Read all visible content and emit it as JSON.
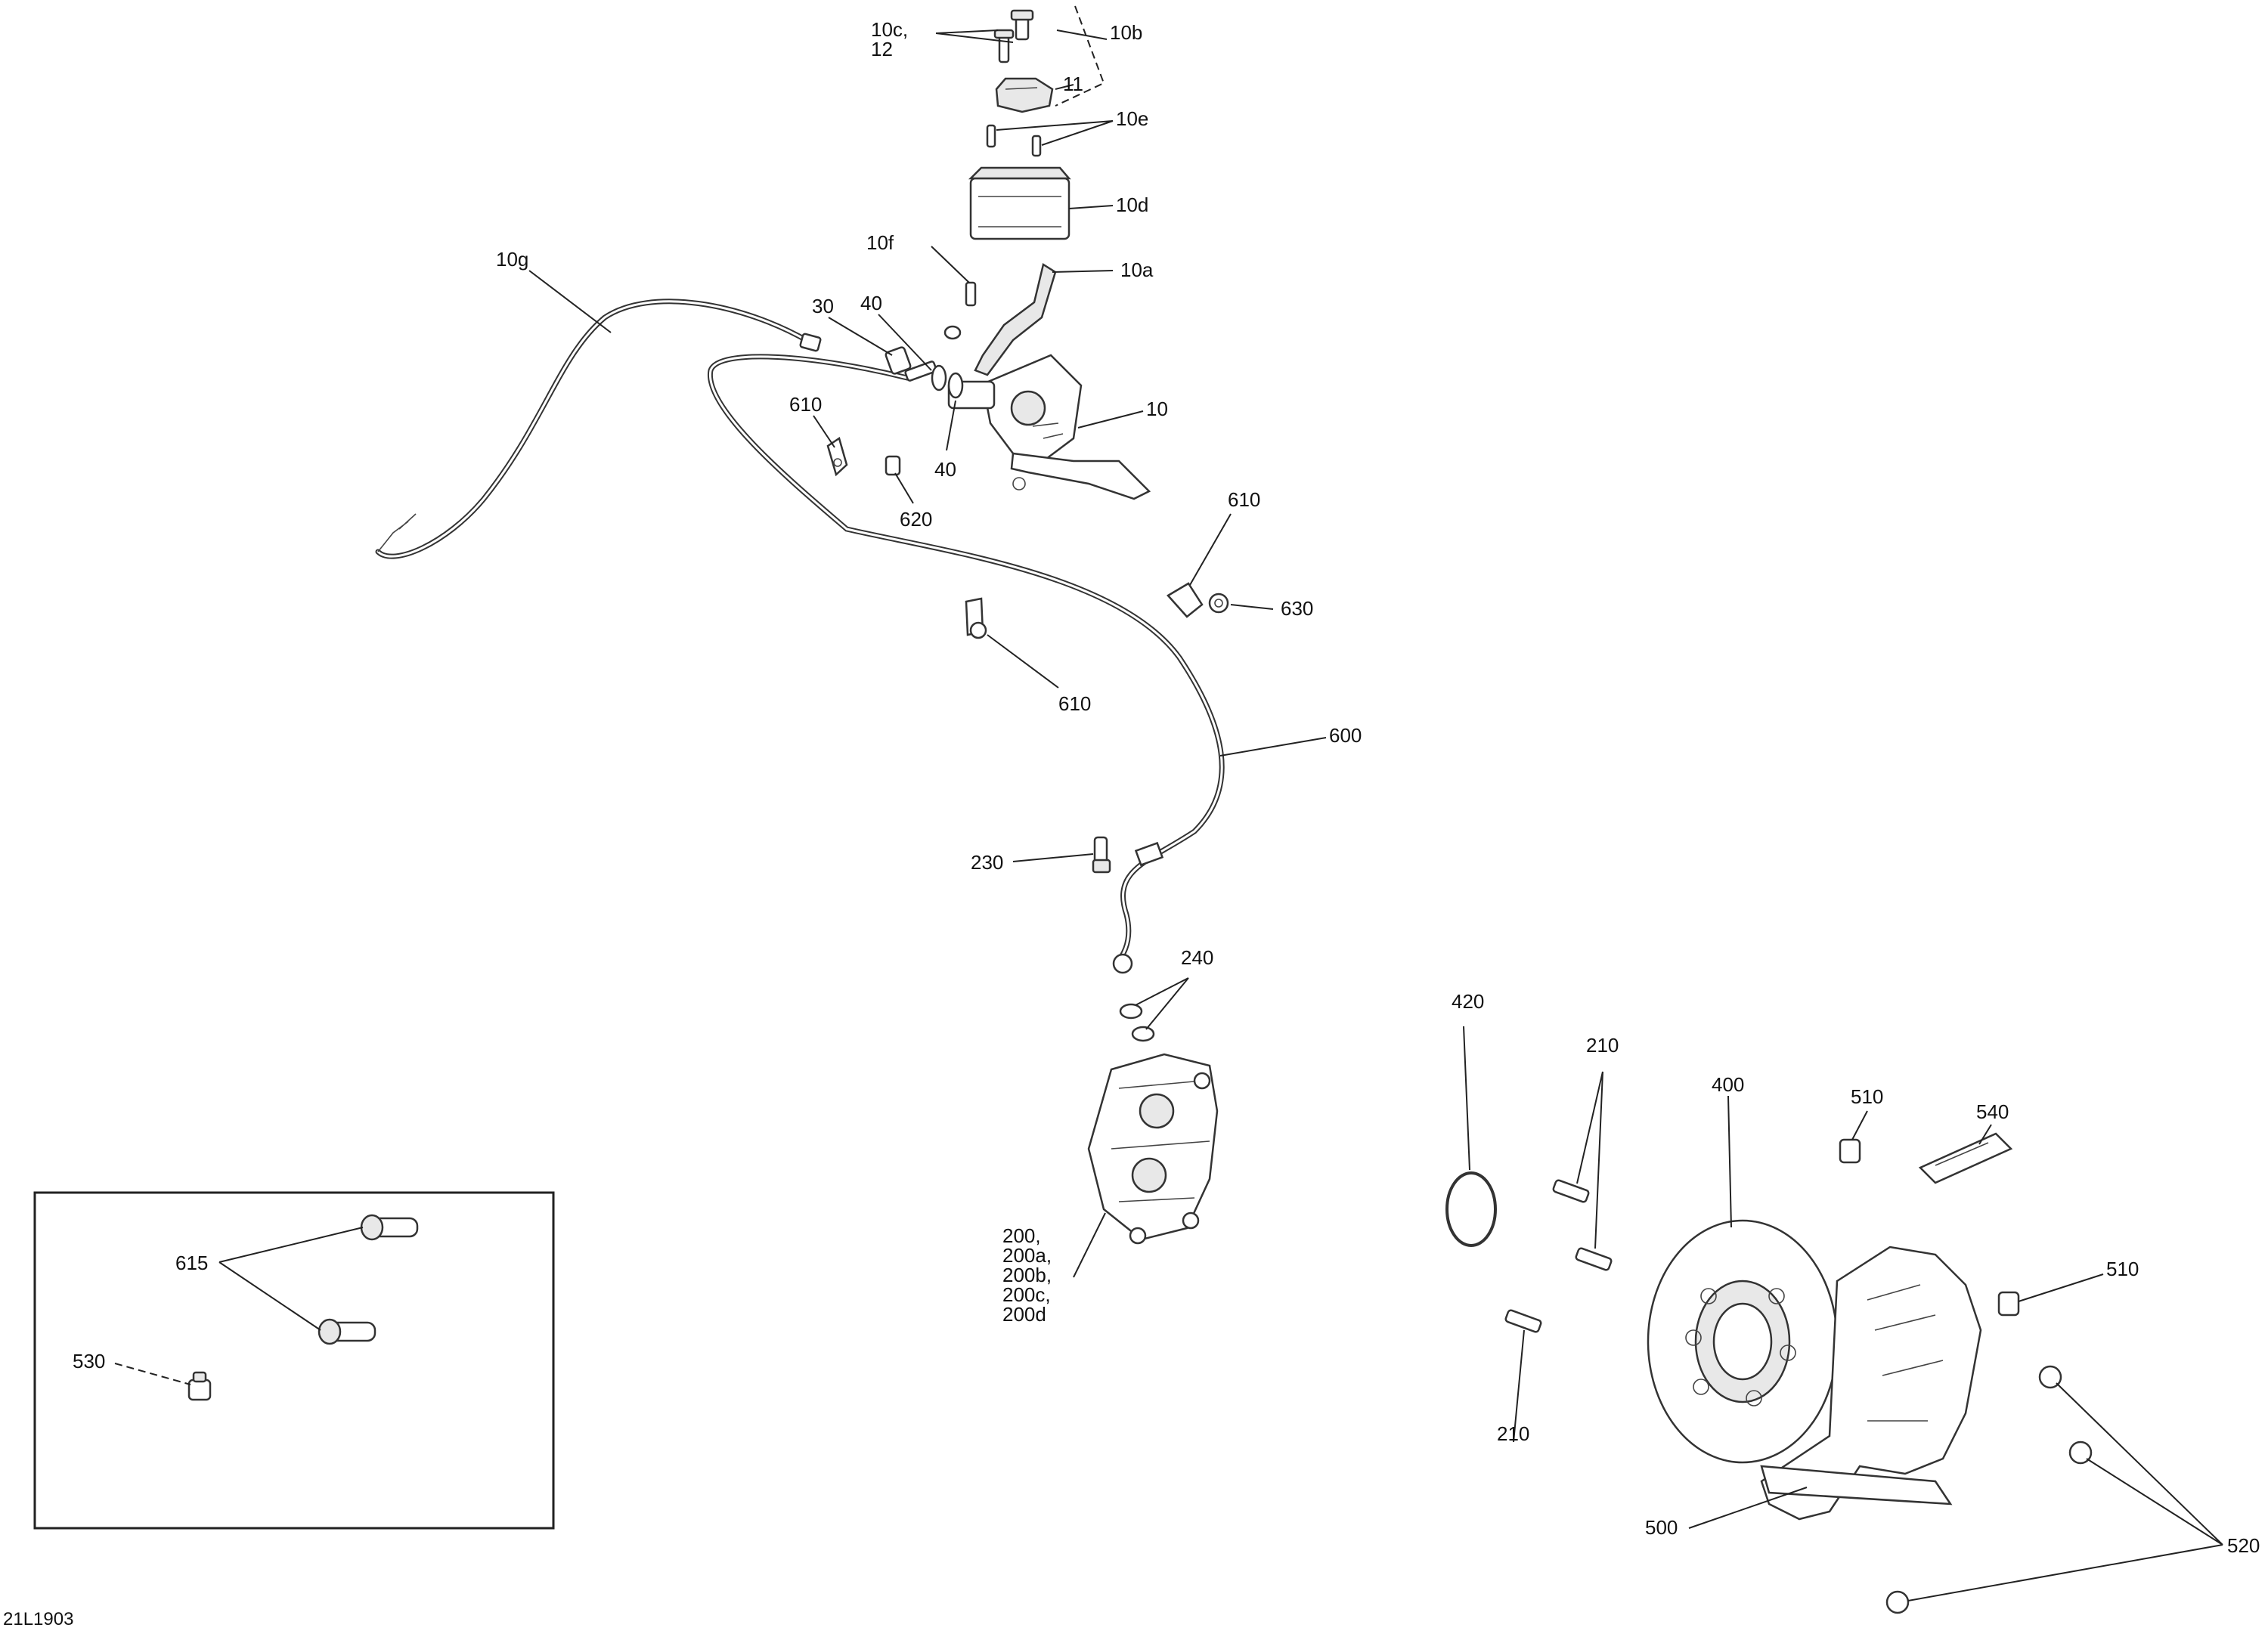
{
  "diagram_code": "21L1903",
  "callouts": {
    "c10c_12": "10c,\n12",
    "c10b": "10b",
    "c11": "11",
    "c10e": "10e",
    "c10d": "10d",
    "c10f": "10f",
    "c10a": "10a",
    "c10g": "10g",
    "c30": "30",
    "c40a": "40",
    "c40b": "40",
    "c10": "10",
    "c610a": "610",
    "c620": "620",
    "c610b": "610",
    "c630": "630",
    "c610c": "610",
    "c600": "600",
    "c230": "230",
    "c240": "240",
    "c200": "200,\n200a,\n200b,\n200c,\n200d",
    "c420": "420",
    "c210a": "210",
    "c400": "400",
    "c510a": "510",
    "c540": "540",
    "c510b": "510",
    "c210b": "210",
    "c500": "500",
    "c520": "520",
    "c615": "615",
    "c530": "530"
  }
}
